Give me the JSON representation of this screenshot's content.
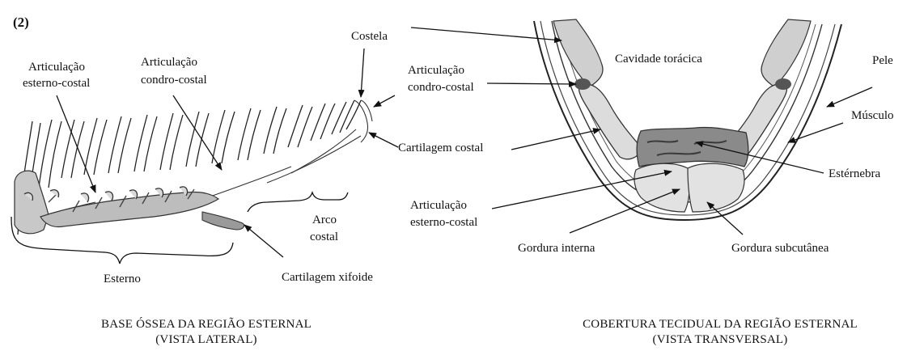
{
  "figure_number": "(2)",
  "left_panel": {
    "labels": {
      "articulacao_esterno_costal": [
        "Articulação",
        "esterno-costal"
      ],
      "articulacao_condro_costal": [
        "Articulação",
        "condro-costal"
      ],
      "costela": "Costela",
      "cartilagem_costal": "Cartilagem costal",
      "arco_costal": [
        "Arco",
        "costal"
      ],
      "esterno": "Esterno",
      "cartilagem_xifoide": "Cartilagem xifoide"
    },
    "caption": [
      "BASE ÓSSEA DA REGIÃO ESTERNAL",
      "(VISTA LATERAL)"
    ]
  },
  "right_panel": {
    "labels": {
      "articulacao_condro_costal": [
        "Articulação",
        "condro-costal"
      ],
      "cavidade_toracica": "Cavidade torácica",
      "pele": "Pele",
      "musculo": "Músculo",
      "esternebra": "Estérnebra",
      "articulacao_esterno_costal": [
        "Articulação",
        "esterno-costal"
      ],
      "gordura_interna": "Gordura interna",
      "gordura_subcutanea": "Gordura subcutânea"
    },
    "caption": [
      "COBERTURA TECIDUAL DA REGIÃO ESTERNAL",
      "(VISTA TRANSVERSAL)"
    ]
  },
  "colors": {
    "ink": "#111111",
    "bone_fill": "#cfcfcf",
    "bone_dark": "#5a5a5a",
    "fat_fill": "#d8d8d8",
    "paper": "#ffffff"
  }
}
